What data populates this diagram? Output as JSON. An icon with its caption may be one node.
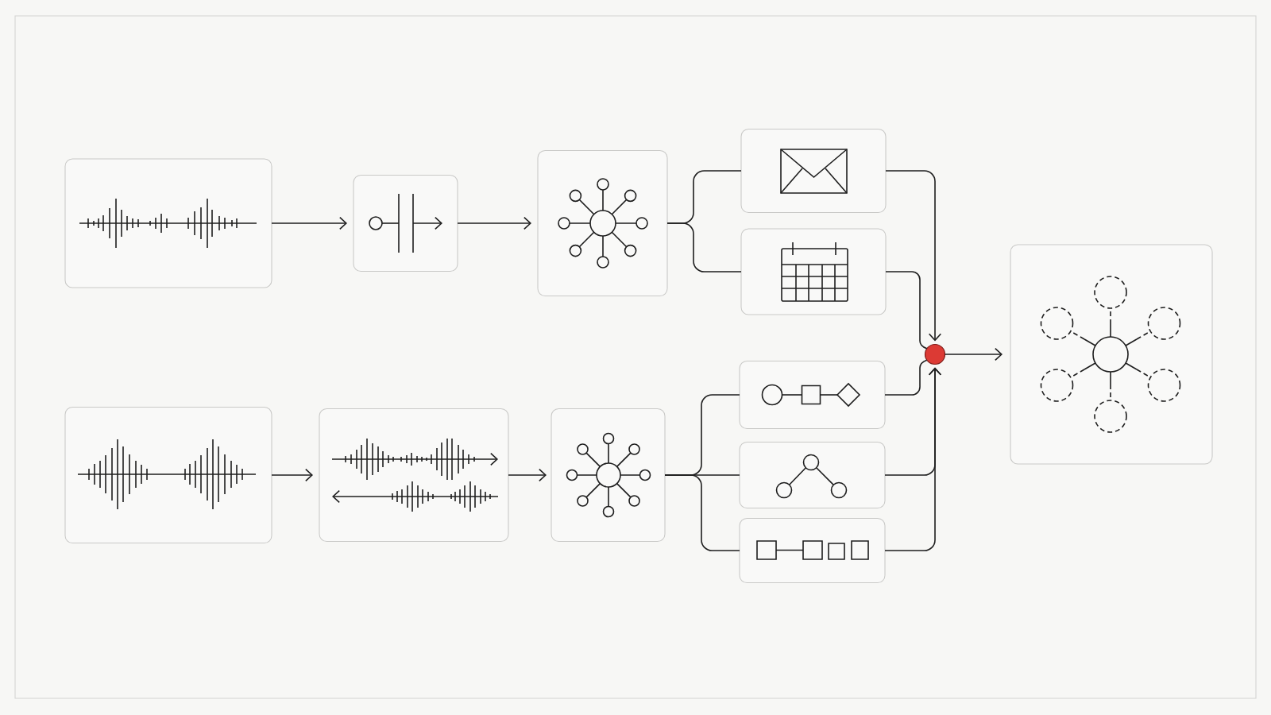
{
  "diagram": {
    "nodes": [
      {
        "text": [],
        "shape": "box"
      },
      {
        "text": [],
        "shape": "box"
      },
      {
        "text": [],
        "shape": "box"
      },
      {
        "text": [],
        "shape": "box"
      },
      {
        "text": [],
        "shape": "box"
      },
      {
        "text": [],
        "shape": "box"
      },
      {
        "text": [],
        "shape": "box"
      },
      {
        "text": [],
        "shape": "box"
      },
      {
        "text": [],
        "shape": "box"
      },
      {
        "text": [],
        "shape": "box"
      },
      {
        "text": [],
        "shape": "box"
      },
      {
        "text": [],
        "shape": "circle"
      },
      {
        "text": [],
        "shape": "box"
      }
    ],
    "edges": [
      {
        "from": 0,
        "to": 1,
        "arrow": "to"
      },
      {
        "from": 1,
        "to": 2,
        "arrow": "to"
      },
      {
        "from": 2,
        "to": 3,
        "arrow": "none"
      },
      {
        "from": 2,
        "to": 4,
        "arrow": "none"
      },
      {
        "from": 3,
        "to": 11,
        "arrow": "to"
      },
      {
        "from": 4,
        "to": 11,
        "arrow": "none"
      },
      {
        "from": 5,
        "to": 6,
        "arrow": "to"
      },
      {
        "from": 6,
        "to": 7,
        "arrow": "to"
      },
      {
        "from": 7,
        "to": 8,
        "arrow": "none"
      },
      {
        "from": 7,
        "to": 9,
        "arrow": "none"
      },
      {
        "from": 7,
        "to": 10,
        "arrow": "none"
      },
      {
        "from": 8,
        "to": 11,
        "arrow": "none"
      },
      {
        "from": 9,
        "to": 11,
        "arrow": "to"
      },
      {
        "from": 10,
        "to": 11,
        "arrow": "to"
      },
      {
        "from": 11,
        "to": 12,
        "arrow": "to"
      }
    ]
  }
}
